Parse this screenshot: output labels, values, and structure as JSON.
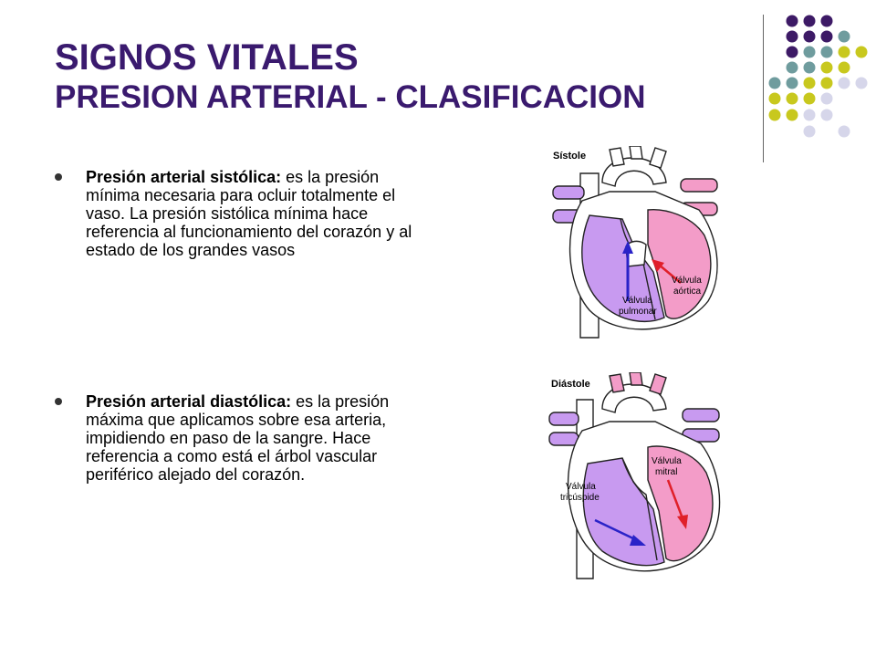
{
  "slide": {
    "title_line1": "SIGNOS VITALES",
    "title_line2": "PRESION ARTERIAL - CLASIFICACION"
  },
  "bullets": [
    {
      "term": "Presión arterial sistólica:",
      "text": " es la presión mínima necesaria para ocluir totalmente el vaso. La presión sistólica mínima hace referencia al funcionamiento del corazón y al estado de los grandes vasos"
    },
    {
      "term": "Presión arterial diastólica:",
      "text": " es la presión máxima que aplicamos sobre esa arteria, impidiendo en paso de la sangre. Hace referencia a como está el árbol vascular periférico alejado del corazón."
    }
  ],
  "figures": {
    "systole": {
      "label": "Sístole",
      "valve1": [
        "Válvula",
        "aórtica"
      ],
      "valve2": [
        "Válvula",
        "pulmonar"
      ]
    },
    "diastole": {
      "label": "Diástole",
      "valve1": [
        "Válvula",
        "mitral"
      ],
      "valve2": [
        "Válvula",
        "tricúspide"
      ]
    }
  },
  "colors": {
    "title": "#3a1a6e",
    "dot_purple": "#3d1a66",
    "dot_teal": "#6f9c9e",
    "dot_olive": "#c8c81e",
    "dot_lavender": "#d6d6ea",
    "heart_right": "#c89af0",
    "heart_left": "#f39cc8",
    "arrow_blue": "#2a23c8",
    "arrow_red": "#e0202a"
  }
}
